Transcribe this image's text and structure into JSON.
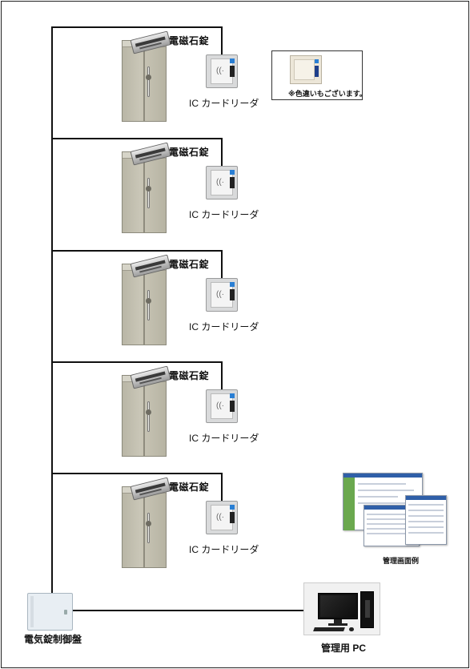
{
  "units": [
    {
      "lock_label": "電磁石錠",
      "reader_label": "IC カードリーダ"
    },
    {
      "lock_label": "電磁石錠",
      "reader_label": "IC カードリーダ"
    },
    {
      "lock_label": "電磁石錠",
      "reader_label": "IC カードリーダ"
    },
    {
      "lock_label": "電磁石錠",
      "reader_label": "IC カードリーダ"
    },
    {
      "lock_label": "電磁石錠",
      "reader_label": "IC カードリーダ"
    }
  ],
  "color_note": "※色違いもございます。",
  "control_panel_label": "電気錠制御盤",
  "pc_label": "管理用 PC",
  "screen_example_label": "管理画面例",
  "colors": {
    "wire": "#111111",
    "door": "#c2bfaf",
    "reader": "#d9dadb",
    "reader_led": "#2a7fd4",
    "note_reader": "#ece6d8"
  },
  "icons": [
    "door-icon",
    "magnetic-lock-icon",
    "card-reader-icon",
    "control-panel-icon",
    "pc-icon",
    "management-screen-icon"
  ]
}
